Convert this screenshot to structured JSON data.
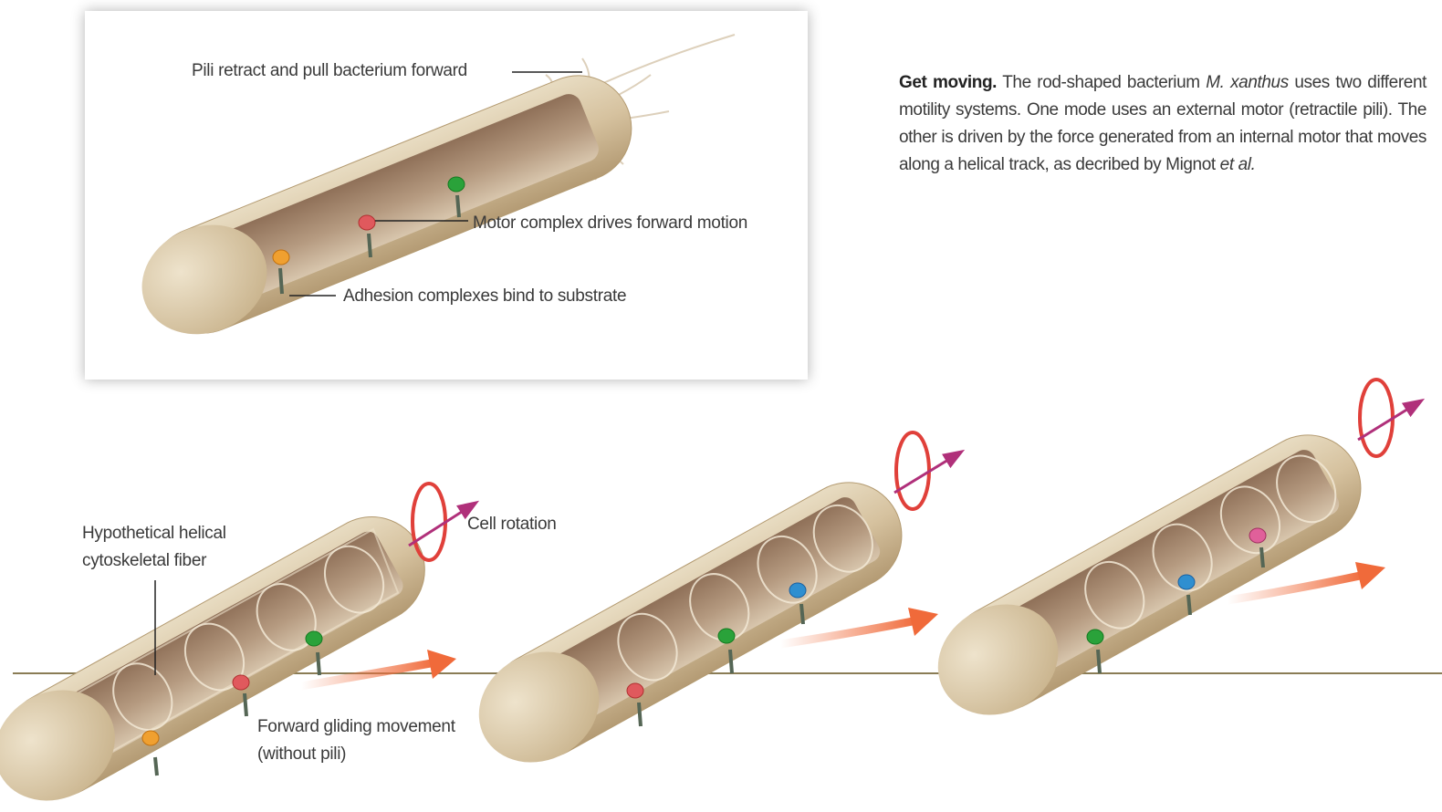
{
  "inset": {
    "labels": {
      "pili": "Pili retract and pull bacterium forward",
      "motor": "Motor complex drives forward motion",
      "adhesion": "Adhesion complexes bind to substrate"
    }
  },
  "caption": {
    "title": "Get moving.",
    "text_1": " The rod-shaped bacterium ",
    "species": "M. xanthus",
    "text_2": " uses two different motility systems. One mode uses an external motor (retractile pili). The other is driven by the force generated from an internal motor that moves along a helical track, as decribed by Mignot ",
    "etal": "et al."
  },
  "main": {
    "labels": {
      "fiber_line1": "Hypothetical helical",
      "fiber_line2": "cytoskeletal fiber",
      "rotation": "Cell rotation",
      "gliding_line1": "Forward gliding movement",
      "gliding_line2": "(without pili)"
    }
  },
  "colors": {
    "cell_body": "#d6c29f",
    "cell_interior": "#a98b6f",
    "motor_red": "#e0595d",
    "motor_orange": "#f0a030",
    "motor_green": "#2aa23a",
    "motor_blue": "#2f8fd0",
    "motor_pink": "#e0609a",
    "rotation_red": "#e0403a",
    "rotation_arrow": "#b0307a",
    "motion_arrow": "#f07040",
    "substrate": "#8a7c55"
  }
}
